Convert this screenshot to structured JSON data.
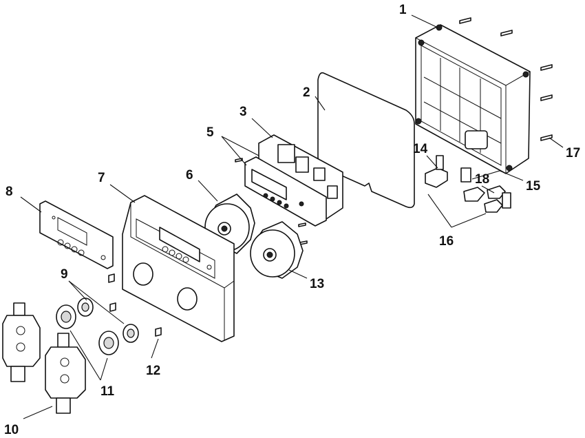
{
  "diagram": {
    "labels": [
      {
        "id": "1",
        "text": "1"
      },
      {
        "id": "2",
        "text": "2"
      },
      {
        "id": "3",
        "text": "3"
      },
      {
        "id": "5",
        "text": "5"
      },
      {
        "id": "6",
        "text": "6"
      },
      {
        "id": "7",
        "text": "7"
      },
      {
        "id": "8",
        "text": "8"
      },
      {
        "id": "9",
        "text": "9"
      },
      {
        "id": "10",
        "text": "10"
      },
      {
        "id": "11",
        "text": "11"
      },
      {
        "id": "12",
        "text": "12"
      },
      {
        "id": "13",
        "text": "13"
      },
      {
        "id": "14",
        "text": "14"
      },
      {
        "id": "15",
        "text": "15"
      },
      {
        "id": "16",
        "text": "16"
      },
      {
        "id": "17",
        "text": "17"
      },
      {
        "id": "18",
        "text": "18"
      }
    ]
  }
}
